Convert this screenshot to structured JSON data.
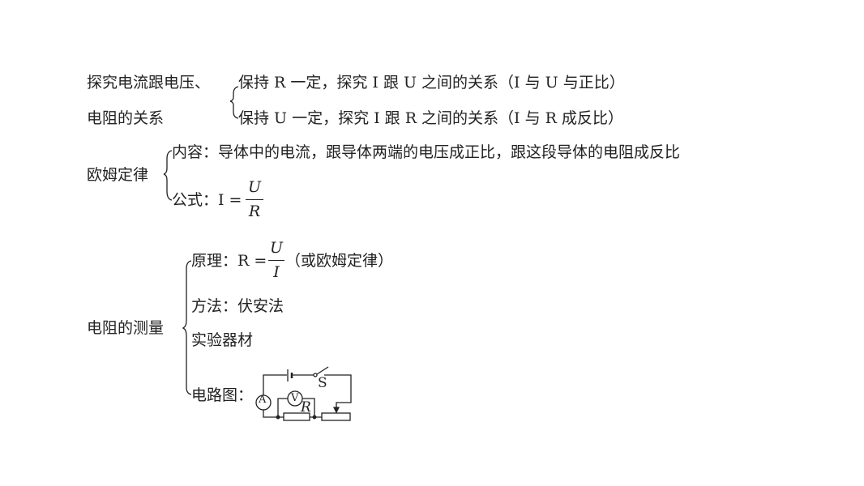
{
  "section1": {
    "label_line1": "探究电流跟电压、",
    "label_line2": "电阻的关系",
    "item1": "保持 R 一定，探究 I 跟 U 之间的关系（I 与 U 与正比）",
    "item2": "保持 U 一定，探究 I 跟 R 之间的关系（I 与 R 成反比）"
  },
  "section2": {
    "label": "欧姆定律",
    "content": "内容：导体中的电流，跟导体两端的电压成正比，跟这段导体的电阻成反比",
    "formula_prefix": "公式：I =",
    "formula_num": "U",
    "formula_den": "R"
  },
  "section3": {
    "label": "电阻的测量",
    "principle_prefix": "原理：R =",
    "principle_num": "U",
    "principle_den": "I",
    "principle_suffix": "（或欧姆定律）",
    "method": "方法：伏安法",
    "equipment": "实验器材",
    "circuit_label": "电路图：",
    "circuit": {
      "switch": "S",
      "ammeter": "A",
      "voltmeter": "V",
      "resistor": "R"
    }
  }
}
